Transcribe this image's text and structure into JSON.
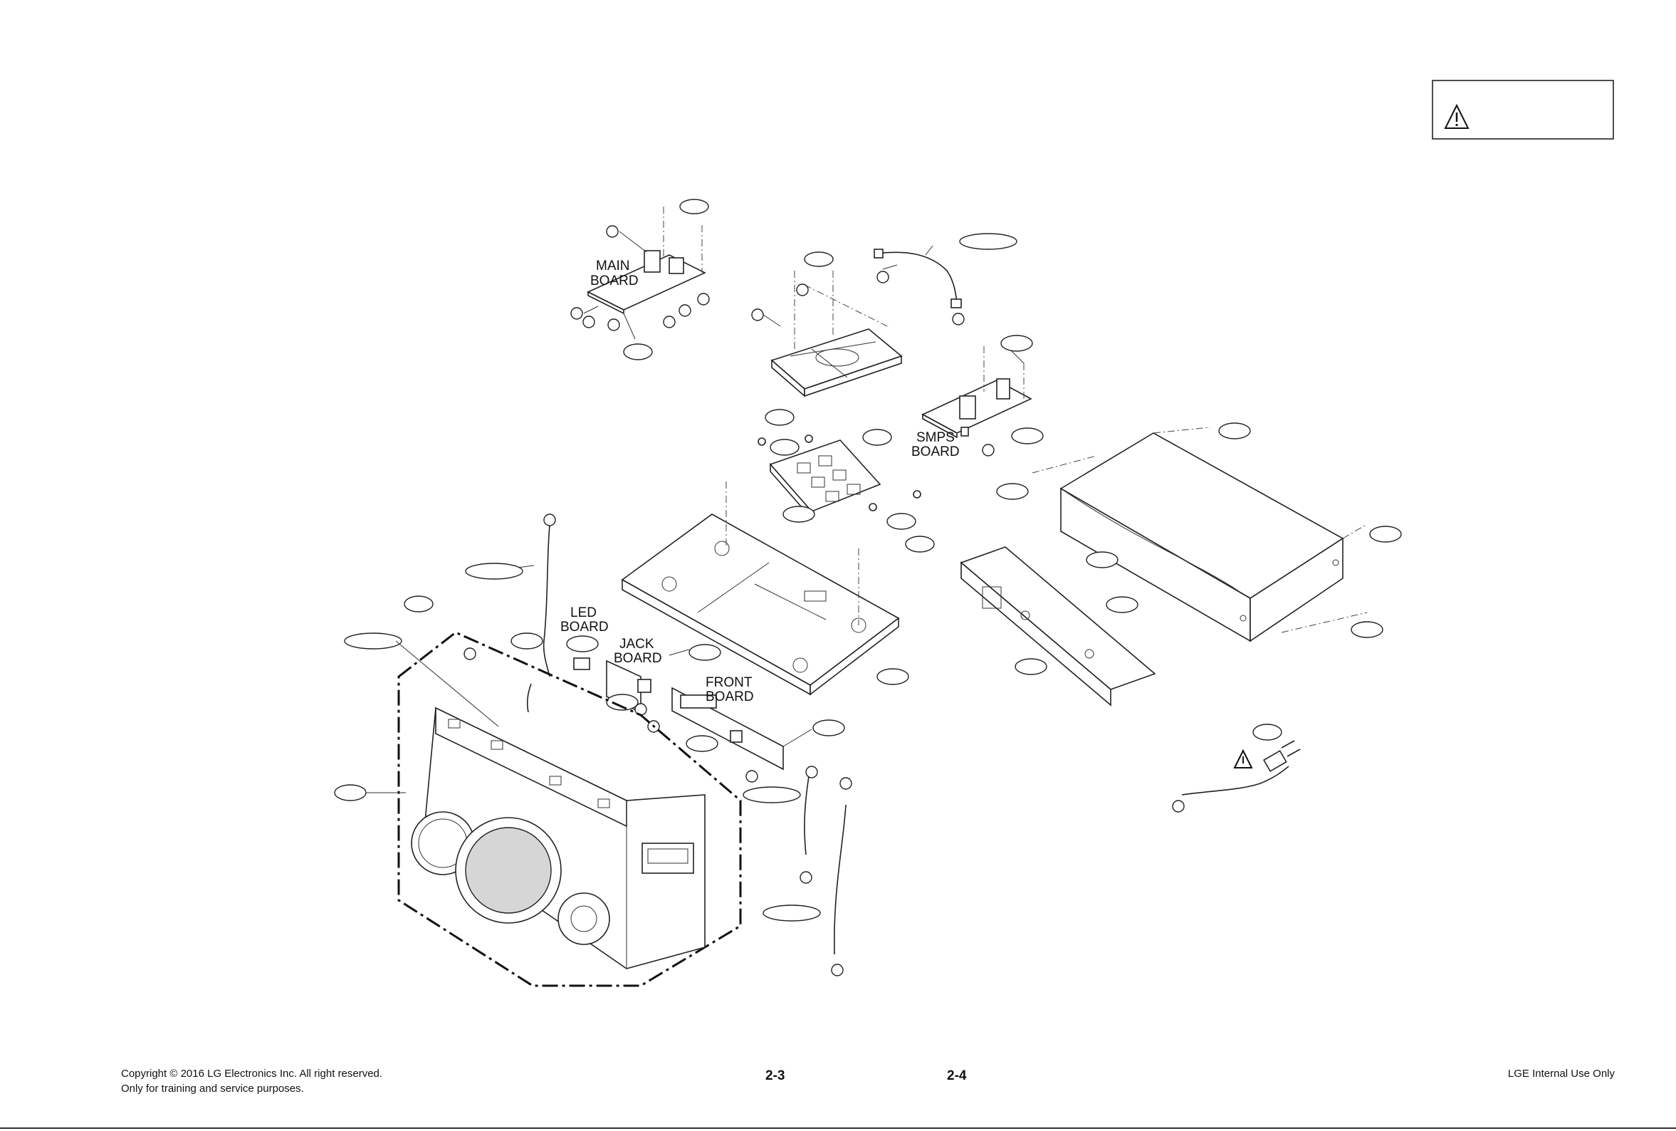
{
  "labels": {
    "main_board": [
      "MAIN",
      "BOARD"
    ],
    "smps_board": [
      "SMPS",
      "BOARD"
    ],
    "led_board": [
      "LED",
      "BOARD"
    ],
    "jack_board": [
      "JACK",
      "BOARD"
    ],
    "front_board": [
      "FRONT",
      "BOARD"
    ]
  },
  "footer": {
    "copyright_line1": "Copyright © 2016 LG Electronics Inc. All right reserved.",
    "copyright_line2": "Only for training and service purposes.",
    "page_left": "2-3",
    "page_right": "2-4",
    "internal": "LGE Internal Use Only"
  }
}
